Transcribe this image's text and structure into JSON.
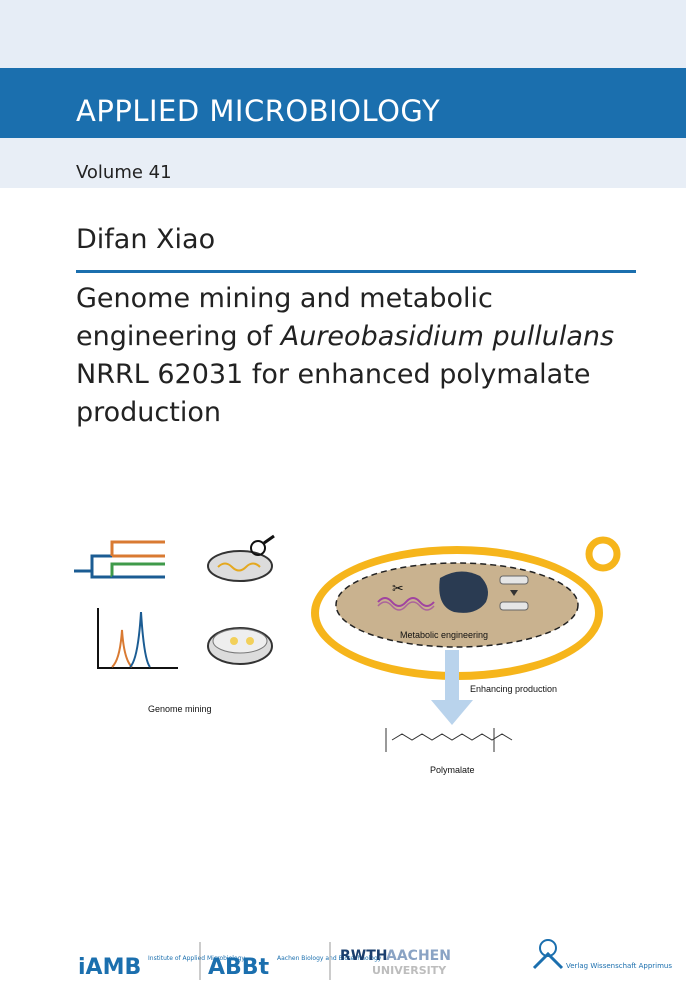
{
  "series": {
    "title": "APPLIED MICROBIOLOGY",
    "volume": "Volume 41"
  },
  "author": "Difan Xiao",
  "title": {
    "part1": "Genome mining and metabolic engineering of ",
    "italic1": "Aureobasidium pullulans",
    "part2": " NRRL 62031 for enhanced polymalate production"
  },
  "graphic": {
    "genome_mining": "Genome mining",
    "metabolic_engineering": "Metabolic engineering",
    "enhancing_production": "Enhancing production",
    "polymalate": "Polymalate"
  },
  "logos": {
    "iamb": "iAMB",
    "iamb_sub": "Institute of Applied Microbiology",
    "abbt": "ABBt",
    "abbt_sub": "Aachen Biology and Biotechnology",
    "rwth": "RWTH",
    "aachen": "AACHEN",
    "university": "UNIVERSITY",
    "publisher": "Verlag Wissenschaft Apprimus"
  },
  "colors": {
    "brand_blue": "#1b6fae",
    "cell_yellow": "#f6b51b"
  }
}
